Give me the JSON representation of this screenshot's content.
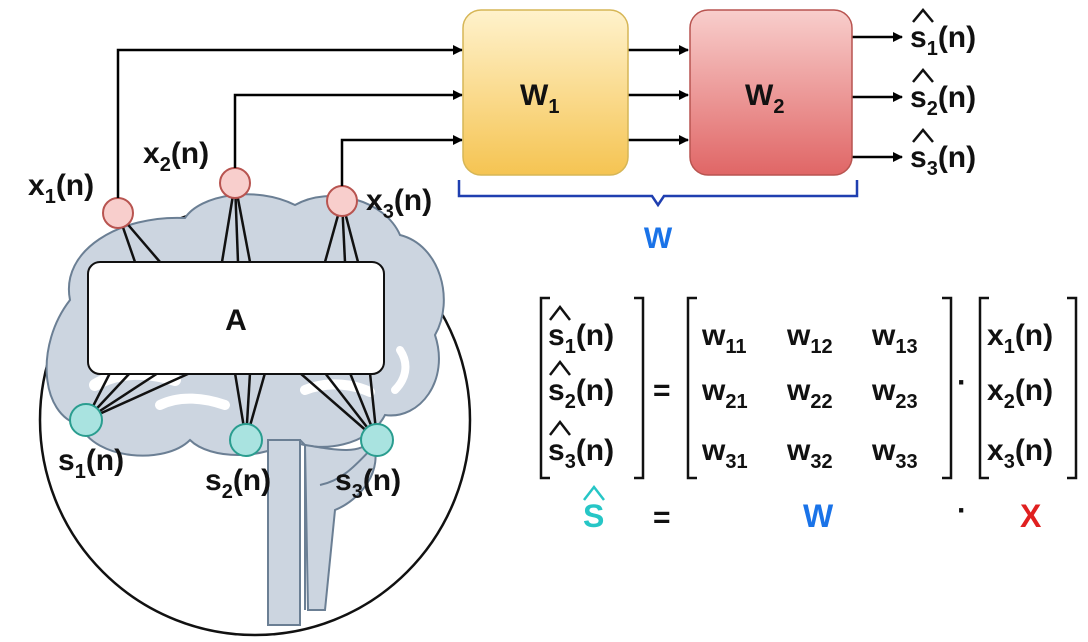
{
  "mixing_box": {
    "label": "A"
  },
  "sensors": [
    {
      "base": "x",
      "sub": "1",
      "tail": "(n)"
    },
    {
      "base": "x",
      "sub": "2",
      "tail": "(n)"
    },
    {
      "base": "x",
      "sub": "3",
      "tail": "(n)"
    }
  ],
  "sources": [
    {
      "base": "s",
      "sub": "1",
      "tail": "(n)"
    },
    {
      "base": "s",
      "sub": "2",
      "tail": "(n)"
    },
    {
      "base": "s",
      "sub": "3",
      "tail": "(n)"
    }
  ],
  "blocks": {
    "w1": {
      "base": "W",
      "sub": "1"
    },
    "w2": {
      "base": "W",
      "sub": "2"
    },
    "brace_label": "W"
  },
  "outputs": [
    {
      "base": "s",
      "sub": "1",
      "tail": "(n)"
    },
    {
      "base": "s",
      "sub": "2",
      "tail": "(n)"
    },
    {
      "base": "s",
      "sub": "3",
      "tail": "(n)"
    }
  ],
  "equation": {
    "lhs": [
      {
        "base": "s",
        "sub": "1",
        "tail": "(n)"
      },
      {
        "base": "s",
        "sub": "2",
        "tail": "(n)"
      },
      {
        "base": "s",
        "sub": "3",
        "tail": "(n)"
      }
    ],
    "equals": "=",
    "matrix": [
      [
        {
          "base": "w",
          "sub": "11"
        },
        {
          "base": "w",
          "sub": "12"
        },
        {
          "base": "w",
          "sub": "13"
        }
      ],
      [
        {
          "base": "w",
          "sub": "21"
        },
        {
          "base": "w",
          "sub": "22"
        },
        {
          "base": "w",
          "sub": "23"
        }
      ],
      [
        {
          "base": "w",
          "sub": "31"
        },
        {
          "base": "w",
          "sub": "32"
        },
        {
          "base": "w",
          "sub": "33"
        }
      ]
    ],
    "dot": "·",
    "rhs": [
      {
        "base": "x",
        "sub": "1",
        "tail": "(n)"
      },
      {
        "base": "x",
        "sub": "2",
        "tail": "(n)"
      },
      {
        "base": "x",
        "sub": "3",
        "tail": "(n)"
      }
    ],
    "summary": {
      "s_hat": "S",
      "equals": "=",
      "w": "W",
      "dot": "·",
      "x": "X"
    }
  },
  "colors": {
    "sensor_fill": "#f8cecc",
    "sensor_stroke": "#b85450",
    "source_fill": "#a9e3e0",
    "source_stroke": "#2a9d8f",
    "brain_fill": "#ccd5e0",
    "brain_stroke": "#6b7f94",
    "w1_top": "#fff2cc",
    "w1_bottom": "#f5c452",
    "w2_top": "#f8cecc",
    "w2_bottom": "#e06666",
    "brace": "#1f3fb0",
    "w_blue": "#1a73e8",
    "s_cyan": "#26c6c6",
    "x_red": "#e02020"
  }
}
